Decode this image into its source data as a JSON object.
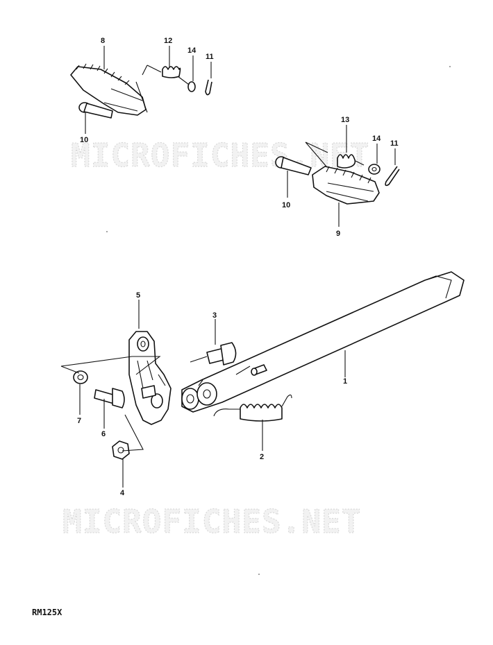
{
  "watermark": {
    "top": "MICROFICHES.NET",
    "bottom": "MICROFICHES.NET"
  },
  "model": "RM125X",
  "callouts": {
    "footrest_left": "8",
    "spring_left": "12",
    "washer_left": "14",
    "cotter_left": "11",
    "pin_left": "10",
    "spring_right": "13",
    "washer_right": "14",
    "cotter_right": "11",
    "pin_right": "10",
    "footrest_right": "9",
    "stand_bracket": "5",
    "stand_bolt": "3",
    "side_stand": "1",
    "washer_bracket": "7",
    "bracket_bolt": "6",
    "stand_spring": "2",
    "bracket_nut": "4"
  }
}
